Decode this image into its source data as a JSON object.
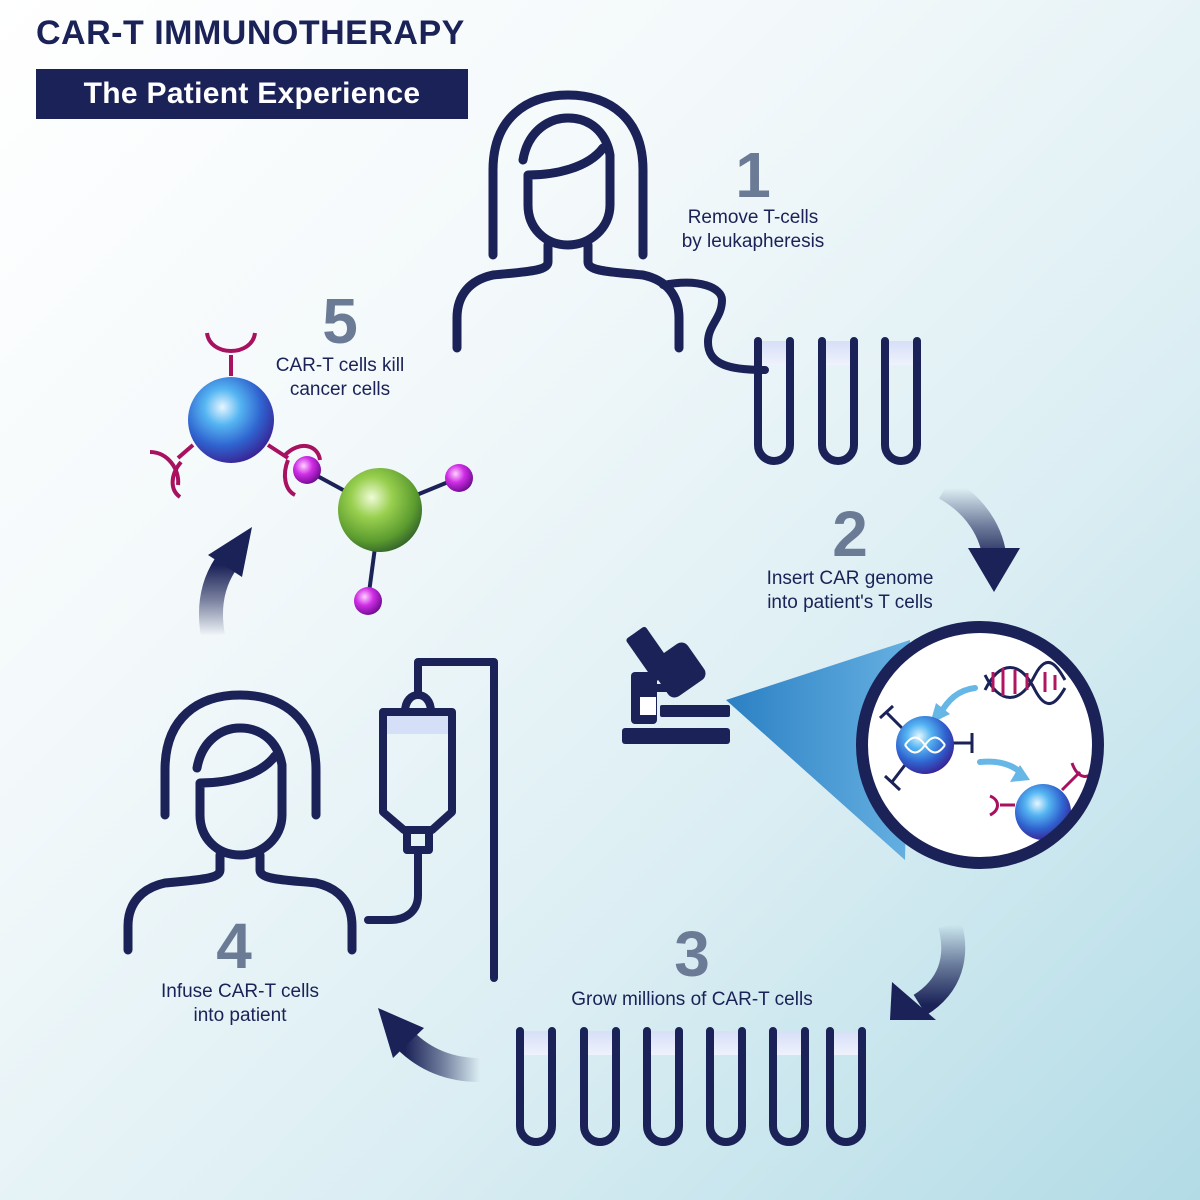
{
  "header": {
    "title": "CAR-T IMMUNOTHERAPY",
    "subtitle": "The Patient Experience"
  },
  "steps": [
    {
      "number": "1",
      "line1": "Remove T-cells",
      "line2": "by leukapheresis"
    },
    {
      "number": "2",
      "line1": "Insert CAR genome",
      "line2": "into patient's T cells"
    },
    {
      "number": "3",
      "line1": "Grow millions of CAR-T cells",
      "line2": ""
    },
    {
      "number": "4",
      "line1": "Infuse CAR-T cells",
      "line2": "into patient"
    },
    {
      "number": "5",
      "line1": "CAR-T cells kill",
      "line2": "cancer cells"
    }
  ],
  "icons": {
    "patient_1": "woman-icon",
    "patient_4": "woman-icon",
    "tubes_1": "test-tube-icon",
    "tubes_3": "test-tube-icon",
    "microscope": "microscope-icon",
    "magnifier": "magnified-cell-view",
    "iv_bag": "iv-bag-icon",
    "dna": "dna-icon",
    "t_cell": "t-cell-icon",
    "cancer_cell": "cancer-cell-icon",
    "arrow": "curved-arrow-icon"
  },
  "colors": {
    "navy": "#1a2257",
    "step_number": "#6b7b96",
    "receptor_magenta": "#a8115f",
    "car_t_cell_blue": "#2e7fd6",
    "cancer_cell_green": "#7fc241",
    "antigen_magenta": "#c010d0",
    "magnifier_beam": "#3b8fcb"
  }
}
